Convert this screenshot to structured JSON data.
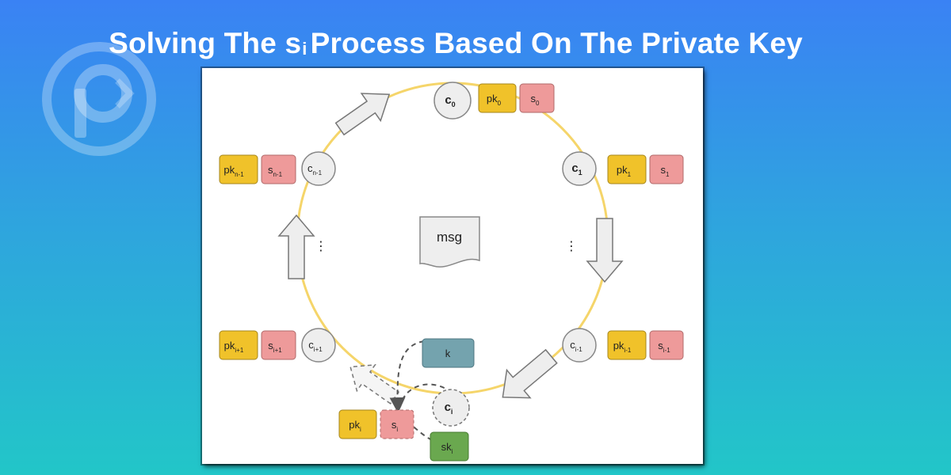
{
  "title": {
    "prefix": "Solving The s",
    "subscript": "i",
    "suffix": "Process Based On The Private Key"
  },
  "colors": {
    "pk": "#f0c22a",
    "s": "#ee9a9a",
    "k": "#74a3ae",
    "sk": "#6aa84f",
    "ring": "#f5d56a",
    "node": "#eeeeee"
  },
  "diagram": {
    "center": "msg",
    "dots": "⋮",
    "nodes": {
      "c0": {
        "base": "c",
        "sub": "0"
      },
      "c1": {
        "base": "c",
        "sub": "1"
      },
      "cn1": {
        "base": "c",
        "sub": "n-1"
      },
      "ci1p": {
        "base": "c",
        "sub": "i+1"
      },
      "ci1m": {
        "base": "c",
        "sub": "i-1"
      },
      "ci": {
        "base": "c",
        "sub": "i"
      }
    },
    "keys": {
      "pk0": {
        "base": "pk",
        "sub": "0"
      },
      "s0": {
        "base": "s",
        "sub": "0"
      },
      "pk1": {
        "base": "pk",
        "sub": "1"
      },
      "s1": {
        "base": "s",
        "sub": "1"
      },
      "pkn1": {
        "base": "pk",
        "sub": "n-1"
      },
      "sn1": {
        "base": "s",
        "sub": "n-1"
      },
      "pkip": {
        "base": "pk",
        "sub": "i+1"
      },
      "sip": {
        "base": "s",
        "sub": "i+1"
      },
      "pkim": {
        "base": "pk",
        "sub": "i-1"
      },
      "sim": {
        "base": "s",
        "sub": "i-1"
      },
      "pki": {
        "base": "pk",
        "sub": "i"
      },
      "si": {
        "base": "s",
        "sub": "i"
      },
      "k": {
        "base": "k",
        "sub": ""
      },
      "ski": {
        "base": "sk",
        "sub": "i"
      }
    }
  }
}
